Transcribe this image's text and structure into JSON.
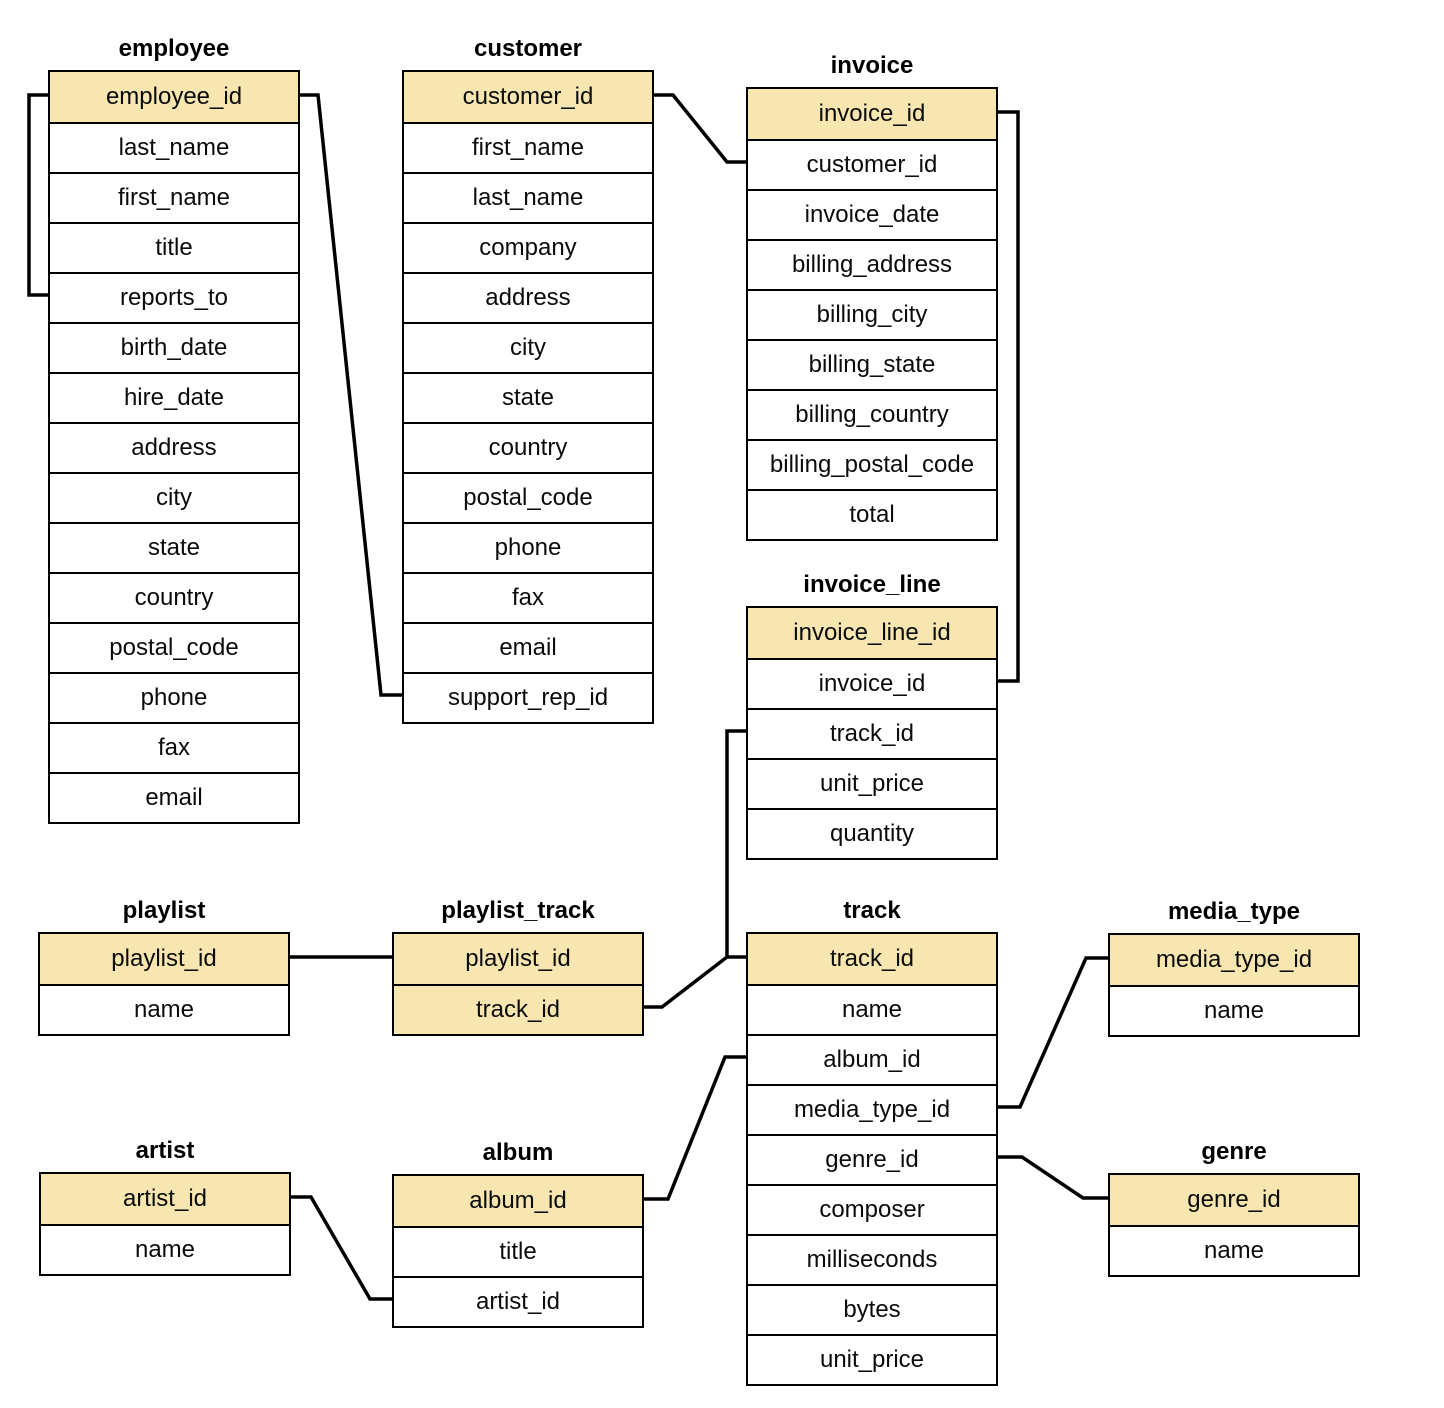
{
  "diagram": {
    "kind": "entity-relationship-schema",
    "colors": {
      "primary_key_fill": "#F7E6AF",
      "border": "#000000",
      "background": "#FFFFFF",
      "text": "#000000"
    }
  },
  "tables": [
    {
      "id": "employee",
      "title": "employee",
      "rows": [
        {
          "label": "employee_id",
          "pk": true
        },
        {
          "label": "last_name",
          "pk": false
        },
        {
          "label": "first_name",
          "pk": false
        },
        {
          "label": "title",
          "pk": false
        },
        {
          "label": "reports_to",
          "pk": false
        },
        {
          "label": "birth_date",
          "pk": false
        },
        {
          "label": "hire_date",
          "pk": false
        },
        {
          "label": "address",
          "pk": false
        },
        {
          "label": "city",
          "pk": false
        },
        {
          "label": "state",
          "pk": false
        },
        {
          "label": "country",
          "pk": false
        },
        {
          "label": "postal_code",
          "pk": false
        },
        {
          "label": "phone",
          "pk": false
        },
        {
          "label": "fax",
          "pk": false
        },
        {
          "label": "email",
          "pk": false
        }
      ]
    },
    {
      "id": "customer",
      "title": "customer",
      "rows": [
        {
          "label": "customer_id",
          "pk": true
        },
        {
          "label": "first_name",
          "pk": false
        },
        {
          "label": "last_name",
          "pk": false
        },
        {
          "label": "company",
          "pk": false
        },
        {
          "label": "address",
          "pk": false
        },
        {
          "label": "city",
          "pk": false
        },
        {
          "label": "state",
          "pk": false
        },
        {
          "label": "country",
          "pk": false
        },
        {
          "label": "postal_code",
          "pk": false
        },
        {
          "label": "phone",
          "pk": false
        },
        {
          "label": "fax",
          "pk": false
        },
        {
          "label": "email",
          "pk": false
        },
        {
          "label": "support_rep_id",
          "pk": false
        }
      ]
    },
    {
      "id": "invoice",
      "title": "invoice",
      "rows": [
        {
          "label": "invoice_id",
          "pk": true
        },
        {
          "label": "customer_id",
          "pk": false
        },
        {
          "label": "invoice_date",
          "pk": false
        },
        {
          "label": "billing_address",
          "pk": false
        },
        {
          "label": "billing_city",
          "pk": false
        },
        {
          "label": "billing_state",
          "pk": false
        },
        {
          "label": "billing_country",
          "pk": false
        },
        {
          "label": "billing_postal_code",
          "pk": false
        },
        {
          "label": "total",
          "pk": false
        }
      ]
    },
    {
      "id": "invoice_line",
      "title": "invoice_line",
      "rows": [
        {
          "label": "invoice_line_id",
          "pk": true
        },
        {
          "label": "invoice_id",
          "pk": false
        },
        {
          "label": "track_id",
          "pk": false
        },
        {
          "label": "unit_price",
          "pk": false
        },
        {
          "label": "quantity",
          "pk": false
        }
      ]
    },
    {
      "id": "playlist",
      "title": "playlist",
      "rows": [
        {
          "label": "playlist_id",
          "pk": true
        },
        {
          "label": "name",
          "pk": false
        }
      ]
    },
    {
      "id": "playlist_track",
      "title": "playlist_track",
      "rows": [
        {
          "label": "playlist_id",
          "pk": true
        },
        {
          "label": "track_id",
          "pk": true
        }
      ]
    },
    {
      "id": "track",
      "title": "track",
      "rows": [
        {
          "label": "track_id",
          "pk": true
        },
        {
          "label": "name",
          "pk": false
        },
        {
          "label": "album_id",
          "pk": false
        },
        {
          "label": "media_type_id",
          "pk": false
        },
        {
          "label": "genre_id",
          "pk": false
        },
        {
          "label": "composer",
          "pk": false
        },
        {
          "label": "milliseconds",
          "pk": false
        },
        {
          "label": "bytes",
          "pk": false
        },
        {
          "label": "unit_price",
          "pk": false
        }
      ]
    },
    {
      "id": "media_type",
      "title": "media_type",
      "rows": [
        {
          "label": "media_type_id",
          "pk": true
        },
        {
          "label": "name",
          "pk": false
        }
      ]
    },
    {
      "id": "genre",
      "title": "genre",
      "rows": [
        {
          "label": "genre_id",
          "pk": true
        },
        {
          "label": "name",
          "pk": false
        }
      ]
    },
    {
      "id": "artist",
      "title": "artist",
      "rows": [
        {
          "label": "artist_id",
          "pk": true
        },
        {
          "label": "name",
          "pk": false
        }
      ]
    },
    {
      "id": "album",
      "title": "album",
      "rows": [
        {
          "label": "album_id",
          "pk": true
        },
        {
          "label": "title",
          "pk": false
        },
        {
          "label": "artist_id",
          "pk": false
        }
      ]
    }
  ],
  "relationships": [
    {
      "from": "employee.employee_id",
      "to": "employee.reports_to"
    },
    {
      "from": "employee.employee_id",
      "to": "customer.support_rep_id"
    },
    {
      "from": "customer.customer_id",
      "to": "invoice.customer_id"
    },
    {
      "from": "invoice.invoice_id",
      "to": "invoice_line.invoice_id"
    },
    {
      "from": "invoice_line.track_id",
      "to": "track.track_id"
    },
    {
      "from": "playlist.playlist_id",
      "to": "playlist_track.playlist_id"
    },
    {
      "from": "playlist_track.track_id",
      "to": "track.track_id"
    },
    {
      "from": "album.album_id",
      "to": "track.album_id"
    },
    {
      "from": "artist.artist_id",
      "to": "album.artist_id"
    },
    {
      "from": "track.media_type_id",
      "to": "media_type.media_type_id"
    },
    {
      "from": "track.genre_id",
      "to": "genre.genre_id"
    }
  ]
}
